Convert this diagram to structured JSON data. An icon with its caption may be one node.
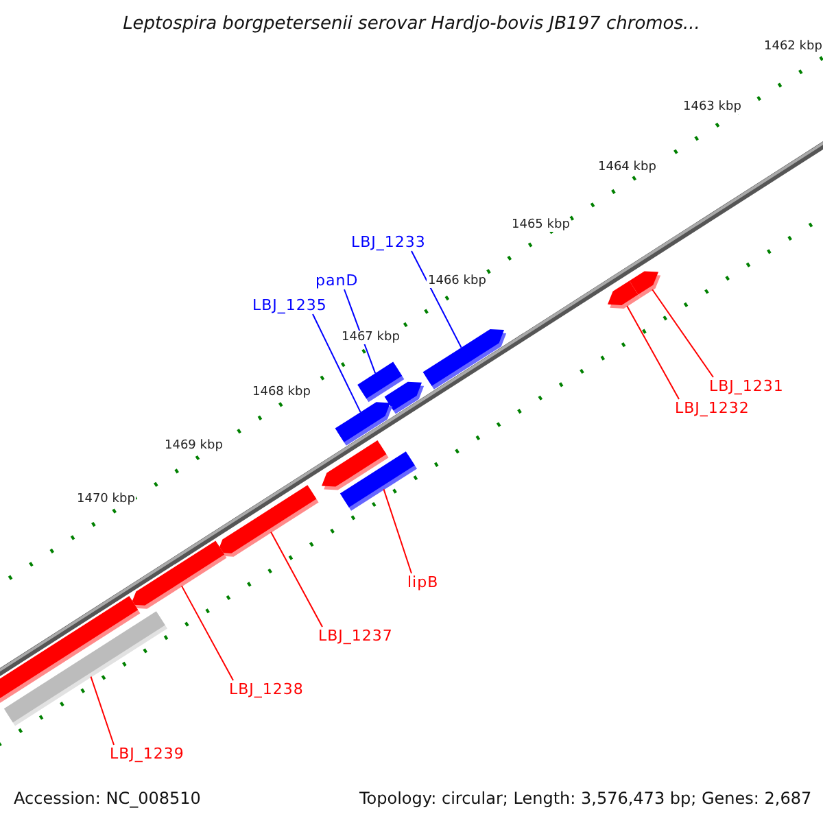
{
  "diagram": {
    "title": "Leptospira borgpetersenii serovar Hardjo-bovis JB197 chromos...",
    "nodes": [
      {
        "text": [
          "LBJ_1233"
        ]
      },
      {
        "text": [
          "panD"
        ]
      },
      {
        "text": [
          "LBJ_1235"
        ]
      },
      {
        "text": [
          "LBJ_1231"
        ]
      },
      {
        "text": [
          "LBJ_1232"
        ]
      },
      {
        "text": [
          "lipB"
        ]
      },
      {
        "text": [
          "LBJ_1237"
        ]
      },
      {
        "text": [
          "LBJ_1238"
        ]
      },
      {
        "text": [
          "LBJ_1239"
        ]
      },
      {
        "text": [],
        "shape": "bar"
      },
      {
        "text": [],
        "shape": "bar"
      },
      {
        "text": [],
        "shape": "bar"
      },
      {
        "text": [],
        "shape": "bar"
      },
      {
        "text": [],
        "shape": "bar"
      },
      {
        "text": [],
        "shape": "bar"
      },
      {
        "text": [],
        "shape": "bar"
      },
      {
        "text": [],
        "shape": "bar"
      },
      {
        "text": [],
        "shape": "bar"
      },
      {
        "text": [],
        "shape": "bar"
      },
      {
        "text": [],
        "shape": "bar"
      },
      {
        "text": [],
        "shape": "bar"
      }
    ],
    "edges": [
      {
        "from": 0,
        "to": 11,
        "arrow": "none",
        "color": "#0000ff"
      },
      {
        "from": 1,
        "to": 12,
        "arrow": "none",
        "color": "#0000ff"
      },
      {
        "from": 2,
        "to": 14,
        "arrow": "none",
        "color": "#0000ff"
      },
      {
        "from": 3,
        "to": 9,
        "arrow": "none"
      },
      {
        "from": 4,
        "to": 10,
        "arrow": "none"
      },
      {
        "from": 5,
        "to": 16,
        "arrow": "none"
      },
      {
        "from": 6,
        "to": 17,
        "arrow": "none"
      },
      {
        "from": 7,
        "to": 18,
        "arrow": "none"
      },
      {
        "from": 8,
        "to": 20,
        "arrow": "none"
      }
    ],
    "labels": [
      "1462 kbp",
      "1463 kbp",
      "1464 kbp",
      "1465 kbp",
      "1466 kbp",
      "1467 kbp",
      "1468 kbp",
      "1469 kbp",
      "1470 kbp",
      "Accession: NC_008510",
      "Topology: circular; Length: 3,576,473 bp; Genes: 2,687"
    ]
  }
}
